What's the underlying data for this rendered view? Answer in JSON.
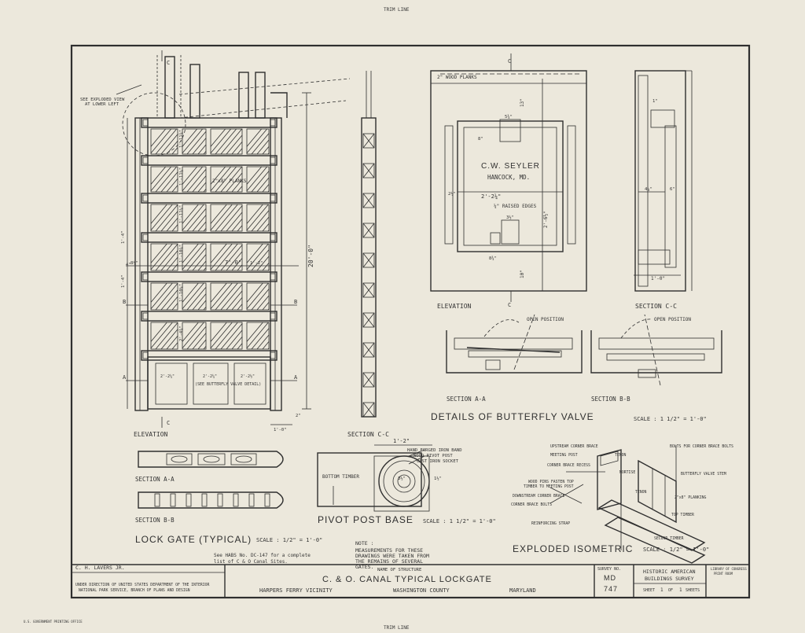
{
  "trim_top": "TRIM LINE",
  "trim_bottom": "TRIM LINE",
  "lock_gate": {
    "note_exploded": "SEE EXPLODED VIEW",
    "note_exploded2": "AT LOWER LEFT",
    "planks": "2\"x8\" PLANKS",
    "height": "20'-0\"",
    "width": "7'-0\"",
    "valve_note": "(SEE BUTTERFLY VALVE DETAIL)",
    "b_mark": "B",
    "a_mark": "A",
    "c_mark": "C",
    "elevation": "ELEVATION",
    "section_cc": "SECTION C-C",
    "section_aa": "SECTION A-A",
    "section_bb": "SECTION B-B",
    "title": "LOCK GATE (TYPICAL)",
    "scale": "SCALE : 1/2\" = 1'-0\"",
    "dims_left": [
      "1'-4\"",
      "4\"",
      "1'-4\""
    ],
    "dims_inner": [
      "1'-11¾\"",
      "1'-11½\"",
      "1'-11¼\"",
      "1'-10¾\"",
      "1'-10¼\"",
      "2'-4¾\""
    ],
    "dims_row": [
      "8½\"",
      "7'-0\"",
      "1'-2\""
    ],
    "dims_bottom": [
      "2'-2¼\"",
      "2'-2¼\"",
      "2'-2½\""
    ],
    "dims_misc": [
      "1'-0\"",
      "2\""
    ]
  },
  "butterfly": {
    "wood_planks": "2\" WOOD PLANKS",
    "name_plate": "C.W. SEYLER",
    "town": "HANCOCK, MD.",
    "raised_edges": "¼\" RAISED EDGES",
    "elevation": "ELEVATION",
    "section_cc": "SECTION C-C",
    "section_aa": "SECTION A-A",
    "section_bb": "SECTION B-B",
    "open_position": "OPEN POSITION",
    "open_position2": "OPEN POSITION",
    "title": "DETAILS OF BUTTERFLY VALVE",
    "scale": "SCALE : 1 1/2\" = 1'-0\"",
    "dims": [
      "2'-2¼\"",
      "2'-6½\"",
      "1'-0\"",
      "10\"",
      "13\"",
      "5¾\"",
      "8\"",
      "2½\"",
      "3½\"",
      "8¾\"",
      "4¼\"",
      "6\"",
      "1\""
    ]
  },
  "pivot": {
    "dim_top": "1'-2\"",
    "band": "HAND FORGED IRON BAND",
    "post": "WOOD PIVOT POST",
    "socket": "CAST IRON SOCKET",
    "bottom_timber": "BOTTOM TIMBER",
    "title": "PIVOT POST BASE",
    "scale": "SCALE : 1 1/2\" = 1'-0\"",
    "d1": "3½\"",
    "d2": "1½\""
  },
  "note": {
    "label": "NOTE :",
    "text": [
      "MEASUREMENTS FOR THESE",
      "DRAWINGS WERE TAKEN FROM",
      "THE REMAINS OF SEVERAL",
      "GATES."
    ],
    "habs1": "See HABS No. DC-147 for a complete",
    "habs2": "list of C & O Canal Sites."
  },
  "isometric": {
    "labels": [
      "UPSTREAM CORNER BRACE",
      "BOLTS FOR CORNER BRACE BOLTS",
      "MEETING POST",
      "TENON",
      "CORNER BRACE RECESS",
      "MORTISE",
      "BUTTERFLY VALVE STEM",
      "WOOD PINS FASTEN TOP",
      "TIMBER TO MEETING POST",
      "DOWNSTREAM CORNER BRACE",
      "TENON",
      "2\"x8\" PLANKING",
      "CORNER BRACE BOLTS",
      "TOP TIMBER",
      "REINFORCING STRAP",
      "SECOND TIMBER"
    ],
    "title": "EXPLODED ISOMETRIC",
    "scale": "SCALE : 1/2\" = 1'-0\""
  },
  "title_block": {
    "delineator": "C. H. LAVERS JR.",
    "agency1": "UNDER DIRECTION OF UNITED STATES DEPARTMENT OF THE INTERIOR",
    "agency2": "NATIONAL PARK SERVICE, BRANCH OF PLANS AND DESIGN",
    "name_label": "NAME OF STRUCTURE",
    "structure": "C. & O. CANAL    TYPICAL LOCKGATE",
    "location": "HARPERS FERRY VICINITY",
    "county": "WASHINGTON COUNTY",
    "state": "MARYLAND",
    "survey_label": "SURVEY NO.",
    "state_code": "MD",
    "survey_no": "747",
    "habs1": "HISTORIC AMERICAN",
    "habs2": "BUILDINGS SURVEY",
    "sheet_label": "SHEET",
    "sheet_no": "1",
    "of_label": "OF",
    "sheets_total": "1",
    "sheets_label": "SHEETS",
    "library1": "LIBRARY OF CONGRESS",
    "library2": "PRINT ROOM"
  },
  "footer_left": "U.S. GOVERNMENT PRINTING OFFICE"
}
